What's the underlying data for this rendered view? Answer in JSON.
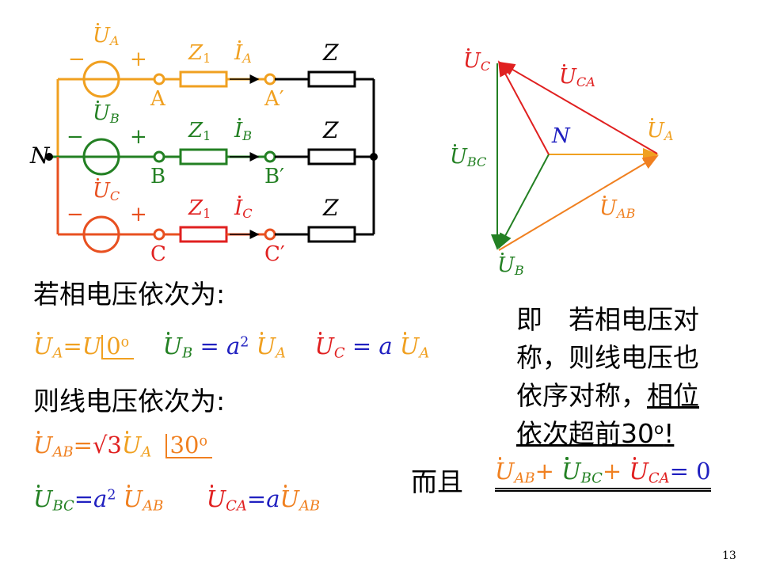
{
  "circuit": {
    "ua_label": "U",
    "ua_sub": "A",
    "ub_label": "U",
    "ub_sub": "B",
    "uc_label": "U",
    "uc_sub": "C",
    "minus": "−",
    "plus": "+",
    "z1": "Z",
    "z1_sub": "1",
    "ia_label": "I",
    "ia_sub": "A",
    "ib_label": "I",
    "ib_sub": "B",
    "ic_label": "I",
    "ic_sub": "C",
    "z": "Z",
    "node_a": "A",
    "node_b": "B",
    "node_c": "C",
    "node_a2": "A′",
    "node_b2": "B′",
    "node_c2": "C′",
    "neutral": "N",
    "colors": {
      "phase_a": "#f0a020",
      "phase_b": "#238023",
      "phase_c": "#e85020",
      "load": "#000000"
    }
  },
  "phasor": {
    "uc": "U",
    "uc_sub": "C",
    "uca": "U",
    "uca_sub": "CA",
    "ua": "U",
    "ua_sub": "A",
    "ubc": "U",
    "ubc_sub": "BC",
    "uab": "U",
    "uab_sub": "AB",
    "ub": "U",
    "ub_sub": "B",
    "n": "N",
    "colors": {
      "ua": "#f0a020",
      "ub": "#238023",
      "uc": "#e02020",
      "uab": "#f08020",
      "ubc": "#238023",
      "uca": "#e02020",
      "n": "#2020c0"
    }
  },
  "text": {
    "phase_intro": "若相电压依次为:",
    "line_intro": "则线电压依次为:",
    "eq1": {
      "ua_rhs": "=U",
      "angle": "0",
      "deg": "o",
      "ub_rhs_a": "= a",
      "ub_exp": "2",
      "uc_rhs_a": "= a"
    },
    "eq2": {
      "eq": "=",
      "sqrt": "√3",
      "angle": "30",
      "deg": "o"
    },
    "eq3": {
      "eq_a2": "=a",
      "exp": "2",
      "eq_a": "=a"
    },
    "note_line1": "即　若相电压对",
    "note_line2": "称，则线电压也",
    "note_line3a": "依序对称，",
    "note_line3b": "相位",
    "note_line4": "依次超前30",
    "note_deg": "o",
    "note_end": "!",
    "and_label": "而且",
    "sum_plus1": "+",
    "sum_plus2": "+",
    "sum_eq": "= 0",
    "page_number": "13"
  }
}
